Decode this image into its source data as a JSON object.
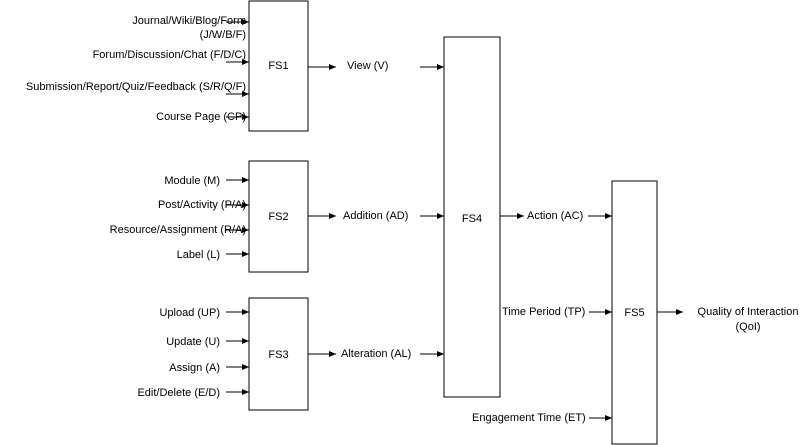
{
  "boxes": {
    "fs1": "FS1",
    "fs2": "FS2",
    "fs3": "FS3",
    "fs4": "FS4",
    "fs5": "FS5"
  },
  "fs1_inputs": [
    [
      "Journal/Wiki/Blog/Form",
      "(J/W/B/F)"
    ],
    [
      "Forum/Discussion/Chat (F/D/C)"
    ],
    [
      "Submission/Report/Quiz/Feedback (S/R/Q/F)"
    ],
    [
      "Course Page (CP)"
    ]
  ],
  "fs2_inputs": [
    "Module (M)",
    "Post/Activity (P/A)",
    "Resource/Assignment (R/A)",
    "Label (L)"
  ],
  "fs3_inputs": [
    "Upload (UP)",
    "Update (U)",
    "Assign (A)",
    "Edit/Delete (E/D)"
  ],
  "intermediate": {
    "view": "View (V)",
    "addition": "Addition (AD)",
    "alteration": "Alteration (AL)",
    "action": "Action (AC)",
    "time_period": "Time Period (TP)",
    "engagement_time": "Engagement Time (ET)"
  },
  "output": [
    "Quality of Interaction",
    "(QoI)"
  ]
}
